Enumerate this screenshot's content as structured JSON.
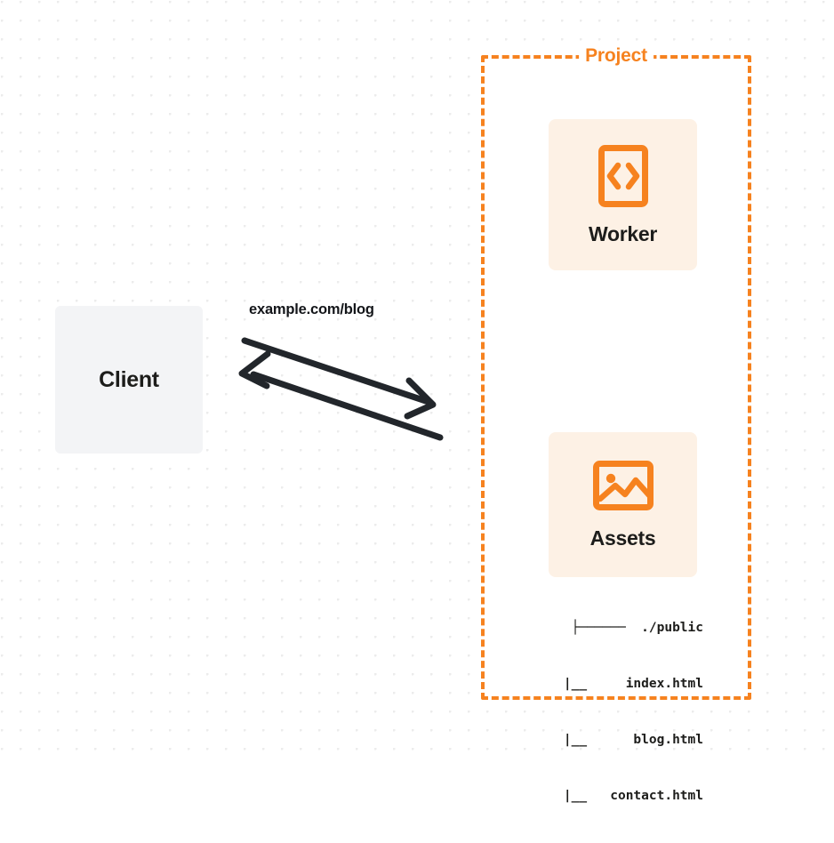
{
  "diagram": {
    "type": "architecture-flow",
    "background": {
      "style": "dot-grid",
      "dot_color": "#ececec",
      "page_color": "#ffffff"
    },
    "accent_color": "#f6821f",
    "card_fill": "#fdf1e5",
    "client_fill": "#f3f4f6",
    "text_color": "#1d1d1b"
  },
  "client": {
    "label": "Client"
  },
  "edge": {
    "label": "example.com/blog",
    "direction": "bidirectional",
    "request_arrow": "client-to-project",
    "response_arrow": "project-to-client",
    "color": "#22262b"
  },
  "project": {
    "title": "Project",
    "border_style": "dashed",
    "border_color": "#f6821f",
    "nodes": [
      {
        "id": "worker",
        "name": "Worker",
        "icon": "code-brackets-icon",
        "icon_color": "#f6821f",
        "fill": "#fdf1e5"
      },
      {
        "id": "assets",
        "name": "Assets",
        "icon": "image-picture-icon",
        "icon_color": "#f6821f",
        "fill": "#fdf1e5"
      }
    ],
    "file_tree": {
      "root": "./public",
      "lines": [
        "├──────  ./public",
        "      |__     index.html",
        "      |__      blog.html",
        "      |__   contact.html"
      ],
      "files": [
        "index.html",
        "blog.html",
        "contact.html"
      ]
    }
  }
}
